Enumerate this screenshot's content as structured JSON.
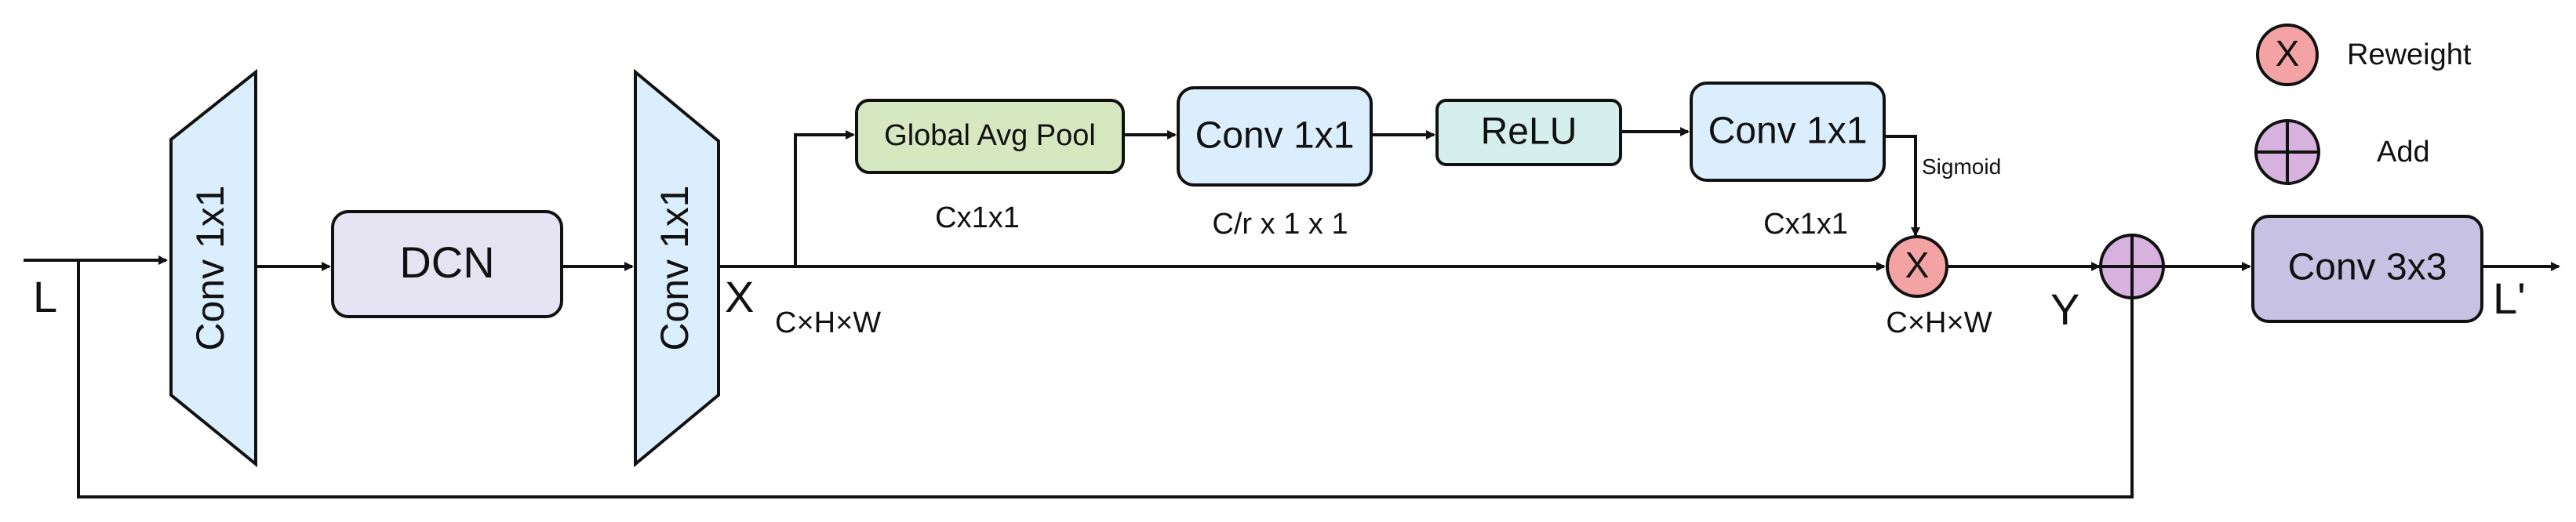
{
  "diagram": {
    "input_label": "L",
    "output_label": "L'",
    "x_label": "X",
    "y_label": "Y",
    "blocks": {
      "conv1": "Conv 1x1",
      "dcn": "DCN",
      "conv2": "Conv 1x1",
      "gap": "Global Avg Pool",
      "conv_a": "Conv 1x1",
      "relu": "ReLU",
      "conv_b": "Conv 1x1",
      "conv3": "Conv 3x3"
    },
    "dims": {
      "x_shape": "C×H×W",
      "gap_shape": "Cx1x1",
      "conv_a_shape": "C/r x 1 x 1",
      "conv_b_shape": "Cx1x1",
      "reweight_shape": "C×H×W"
    },
    "sigmoid_label": "Sigmoid",
    "reweight_symbol": "X",
    "legend": {
      "reweight": "Reweight",
      "add": "Add"
    },
    "colors": {
      "trapezoid_fill": "#dbeefd",
      "dcn_fill": "#e6e3f2",
      "gap_fill": "#d6e8bf",
      "conv_fill": "#dbeefd",
      "relu_fill": "#d5efec",
      "conv3_fill": "#c7c1e3",
      "reweight_fill": "#f3a3a3",
      "add_fill": "#d7b2de",
      "stroke": "#111111"
    }
  }
}
